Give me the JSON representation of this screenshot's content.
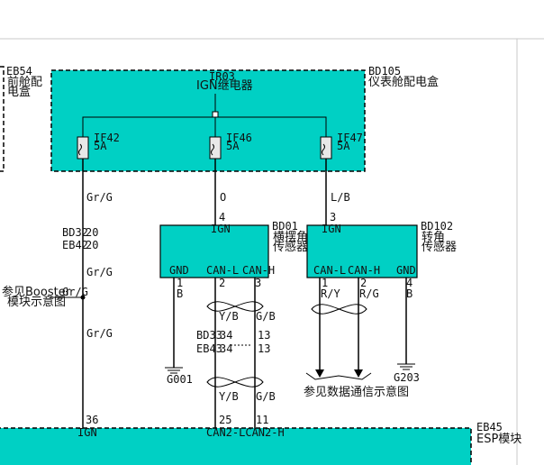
{
  "colors": {
    "module_fill": "#00d0c4",
    "background": "#ffffff",
    "line": "#000000"
  },
  "left_box": {
    "id": "EB54",
    "name_line1": "前舱配",
    "name_line2": "电盒"
  },
  "main_box": {
    "id": "BD105",
    "name": "仪表舱配电盒",
    "relay_id": "IR03",
    "relay_name": "IGN继电器",
    "fuses": [
      {
        "id": "IF42",
        "rating": "5A"
      },
      {
        "id": "IF46",
        "rating": "5A"
      },
      {
        "id": "IF47",
        "rating": "5A"
      }
    ]
  },
  "wires": {
    "left_top": "Gr/G",
    "left_mid": "Gr/G",
    "left_low": "Gr/G",
    "left_side": "Gr/G",
    "center_top": "O",
    "right_top": "L/B",
    "ya_can_l": "Y/B",
    "ya_can_h": "G/B",
    "low_can_l": "Y/B",
    "low_can_h": "G/B",
    "yaw_can_l": "R/Y",
    "yaw_can_h": "R/G",
    "b1": "B",
    "b2": "B"
  },
  "connector_left": {
    "line1": "BD32",
    "line1_pin": "20",
    "line2": "EB42",
    "line2_pin": "20"
  },
  "connector_center": {
    "line1": "BD33",
    "line1_pin_a": "34",
    "line1_pin_b": "13",
    "line2": "EB43",
    "line2_pin_a": "34",
    "line2_pin_b": "13"
  },
  "booster_ref": {
    "line1": "参见Booster",
    "line2": "模块示意图"
  },
  "accel_sensor": {
    "id": "BD01",
    "name_line1": "横摆角",
    "name_line2": "传感器",
    "ign_pin": "4",
    "ign_label": "IGN",
    "gnd_label": "GND",
    "canl_label": "CAN-L",
    "canh_label": "CAN-H",
    "gnd_pin": "1",
    "canl_pin": "2",
    "canh_pin": "3"
  },
  "yaw_sensor": {
    "id": "BD102",
    "name_line1": "转角",
    "name_line2": "传感器",
    "ign_pin": "3",
    "ign_label": "IGN",
    "canl_label": "CAN-L",
    "canh_label": "CAN-H",
    "gnd_label": "GND",
    "canl_pin": "1",
    "canh_pin": "2",
    "gnd_pin": "4"
  },
  "grounds": {
    "g1": "G001",
    "g2": "G203"
  },
  "comm_ref": "参见数据通信示意图",
  "esp_module": {
    "id": "EB45",
    "name": "ESP模块",
    "ign_pin": "36",
    "ign_label": "IGN",
    "canl_pin": "25",
    "canh_pin": "11",
    "can_label": "CAN2-LCAN2-H"
  }
}
